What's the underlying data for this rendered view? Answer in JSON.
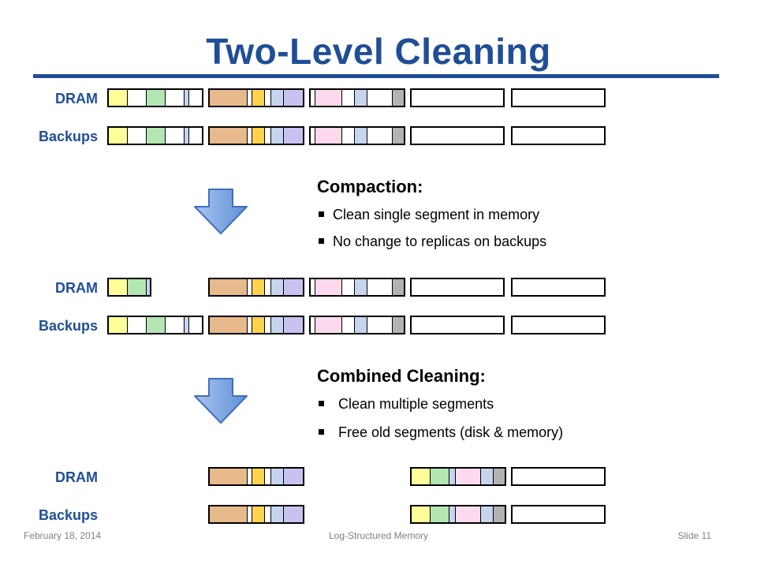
{
  "slide": {
    "title": "Two-Level Cleaning",
    "footer_date": "February 18, 2014",
    "footer_center": "Log-Structured Memory",
    "footer_slide": "Slide 11"
  },
  "labels": {
    "dram": "DRAM",
    "backups": "Backups"
  },
  "compaction": {
    "heading": "Compaction:",
    "bullets": [
      "Clean single segment in memory",
      "No change to replicas on backups"
    ]
  },
  "combined": {
    "heading": "Combined Cleaning:",
    "bullets": [
      "Clean multiple segments",
      "Free old segments (disk & memory)"
    ]
  },
  "colors": {
    "title": "#1f4e97",
    "yellow": "#ffff99",
    "green": "#b3e6b3",
    "blue": "#c6d4f0",
    "orange": "#e8b98a",
    "gold": "#ffd34d",
    "lavender": "#c9c2f0",
    "pink": "#fcd9ec",
    "gray": "#b3b3b3",
    "arrow_fill": "#7ea6e0",
    "arrow_stroke": "#3f6fbf"
  }
}
